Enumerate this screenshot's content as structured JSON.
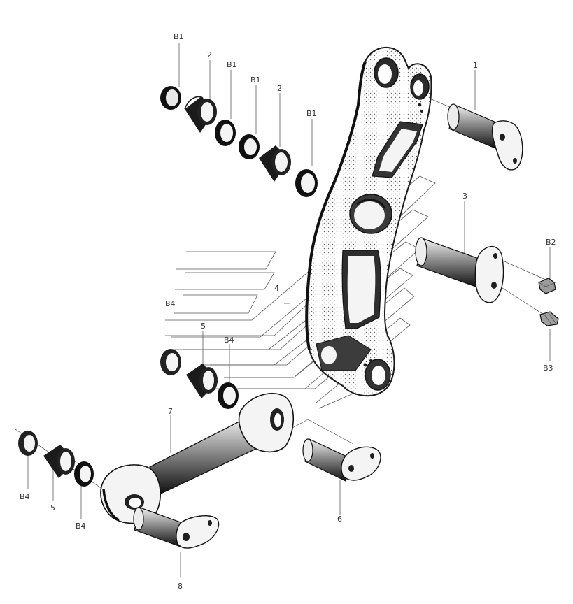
{
  "labels": {
    "b1_a": "B1",
    "two_a": "2",
    "b1_b": "B1",
    "b1_c": "B1",
    "two_b": "2",
    "b1_d": "B1",
    "one": "1",
    "three": "3",
    "b2": "B2",
    "b3": "B3",
    "four": "4",
    "b4_a": "B4",
    "five_a": "5",
    "b4_b": "B4",
    "seven": "7",
    "b4_c": "B4",
    "five_b": "5",
    "b4_d": "B4",
    "six": "6",
    "eight": "8"
  }
}
